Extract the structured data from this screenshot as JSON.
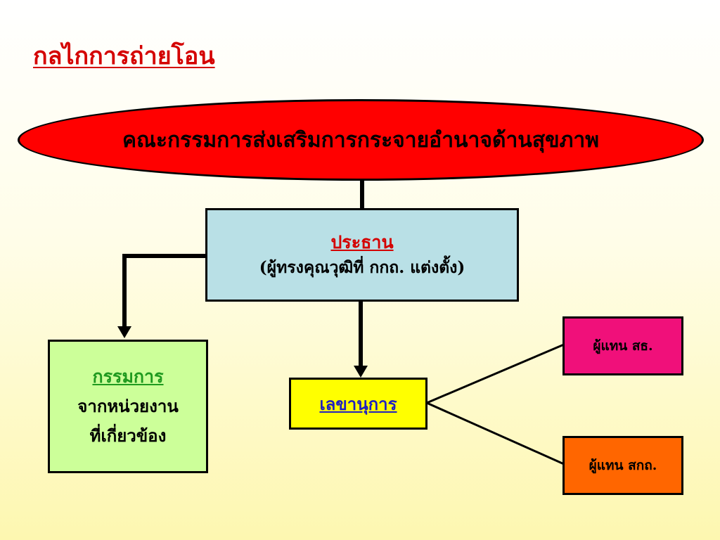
{
  "title": "กลไกการถ่ายโอน",
  "committee": "คณะกรรมการส่งเสริมการกระจายอำนาจด้านสุขภาพ",
  "chairman": {
    "title": "ประธาน",
    "subtitle": "(ผู้ทรงคุณวุฒิที่ กกถ. แต่งตั้ง)"
  },
  "members": {
    "title": "กรรมการ",
    "line1": "จากหน่วยงาน",
    "line2": "ที่เกี่ยวข้อง"
  },
  "secretary": {
    "title": "เลขานุการ"
  },
  "representatives": [
    {
      "label": "ผู้แทน สธ.",
      "color": "#f0107a"
    },
    {
      "label": "ผู้แทน สกถ.",
      "color": "#ff6600"
    }
  ],
  "colors": {
    "title": "#d40000",
    "committee": "#ff0000",
    "chairman": "#b9e0e6",
    "members": "#ccff99",
    "secretary": "#ffff00"
  }
}
